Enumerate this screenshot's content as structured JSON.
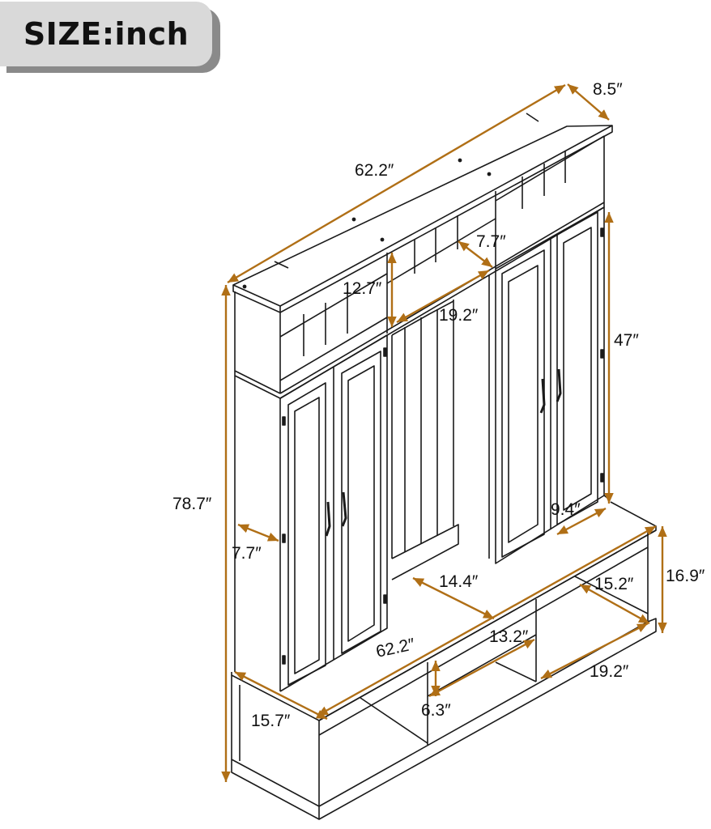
{
  "header": {
    "title": "SIZE:inch"
  },
  "colors": {
    "dimension_line": "#b06f16",
    "furniture_line": "#1a1a1a",
    "badge_bg": "#d9d9d9",
    "badge_shadow": "#8a8a8a"
  },
  "dimensions": {
    "overall_width_top": "62.2″",
    "depth_top": "8.5″",
    "inner_depth": "7.7″",
    "shelf_height": "12.7″",
    "shelf_width": "19.2″",
    "upper_cabinet_height": "47″",
    "overall_height": "78.7″",
    "side_depth": "7.7″",
    "cabinet_depth": "9.4″",
    "bench_height": "16.9″",
    "bench_inner_width": "14.4″",
    "bench_depth_right": "15.2″",
    "bench_width": "62.2″",
    "bench_shelf_width": "13.2″",
    "bench_depth": "15.7″",
    "bench_compartment_width": "19.2″",
    "bench_shelf_height": "6.3″"
  }
}
